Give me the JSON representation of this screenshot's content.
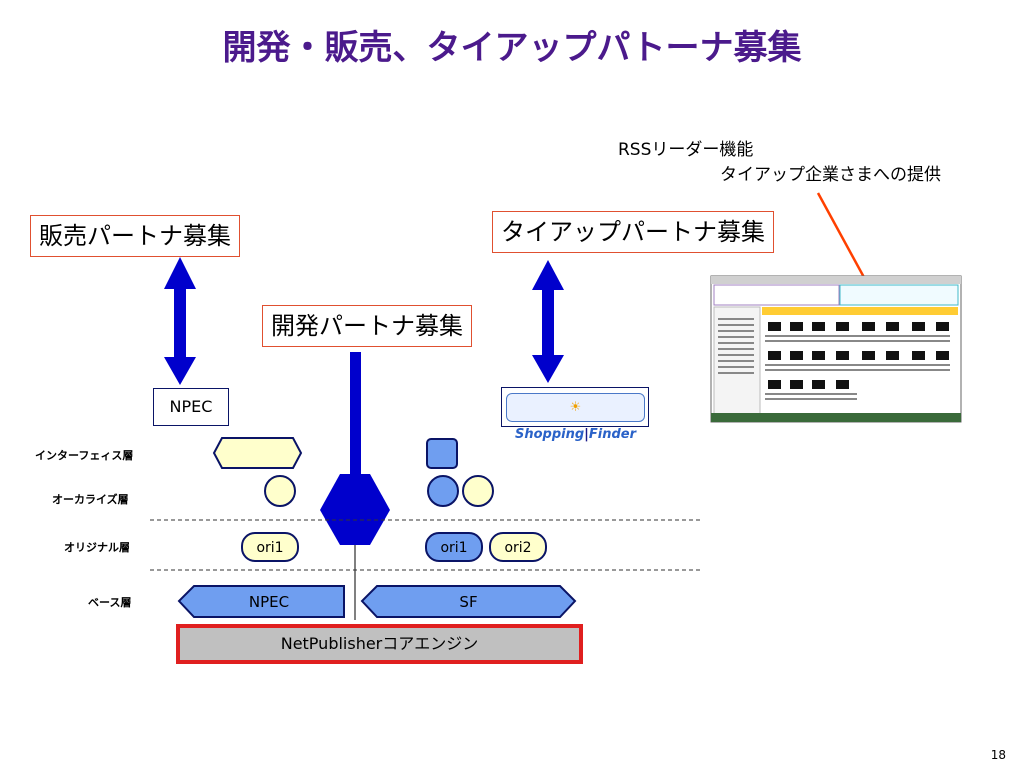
{
  "title": "開発・販売、タイアップパトーナ募集",
  "labels": {
    "sales_partner": "販売パートナ募集",
    "dev_partner": "開発パートナ募集",
    "tieup_partner": "タイアップパートナ募集"
  },
  "rss_note": {
    "line1": "RSSリーダー機能",
    "line2": "タイアップ企業さまへの提供"
  },
  "npec_box": "NPEC",
  "shopping_finder": {
    "part1": "Shopping",
    "part2": "Finder"
  },
  "layers": {
    "interface": "インターフェィス層",
    "customize": "オーカライズ層",
    "original": "オリジナル層",
    "base": "ベース層"
  },
  "pills": {
    "ori1_left": "ori1",
    "ori1_right": "ori1",
    "ori2": "ori2"
  },
  "base": {
    "npec": "NPEC",
    "sf": "SF"
  },
  "core": "NetPublisherコアエンジン",
  "page_number": "18",
  "colors": {
    "title": "#4b1a8c",
    "arrow_blue": "#0000cc",
    "cream": "#ffffcc",
    "light_blue": "#6f9ef0",
    "core_border": "#e01f1f",
    "core_fill": "#c0c0c0",
    "pointer_red": "#ff4000"
  }
}
